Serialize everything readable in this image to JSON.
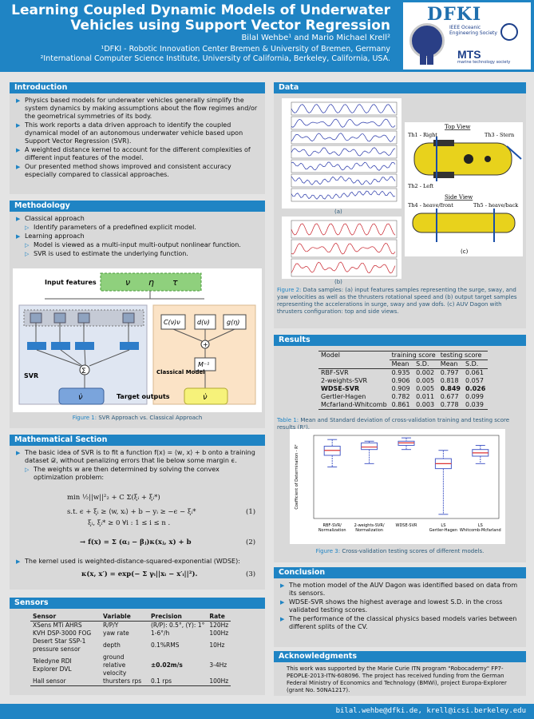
{
  "header": {
    "title_l1": "Learning Coupled Dynamic Models of Underwater",
    "title_l2": "Vehicles using Support Vector Regression",
    "authors": "Bilal Wehbe¹ and Mario Michael Krell²",
    "aff1": "¹DFKI - Robotic Innovation Center Bremen & University of Bremen, Germany",
    "aff2": "²International Computer Science Institute, University of California, Berkeley, California, USA."
  },
  "logos": {
    "dfki": "DFKI",
    "oes": "IEEE Oceanic Engineering Society",
    "mts": "MTS",
    "mts_sub": "marine technology society"
  },
  "intro": {
    "title": "Introduction",
    "items": [
      "Physics based models for underwater vehicles generally simplify the system dynamics by making assumptions about the flow regimes and/or the geometrical symmetries of its body.",
      "This work reports a data driven approach to identify the coupled dynamical model of an autonomous underwater vehicle based upon Support Vector Regression (SVR).",
      "A weighted distance kernel to account for the different complexities of different input features of the model.",
      "Our presented method shows improved and consistent accuracy especially compared to classical approaches."
    ]
  },
  "method": {
    "title": "Methodology",
    "i1": "Classical approach",
    "s1": "Identify parameters of a predefined explicit model.",
    "i2": "Learning approach",
    "s2": "Model is viewed as a multi-input multi-output nonlinear function.",
    "s3": "SVR is used to estimate the underlying function.",
    "fig": {
      "input": "Input features",
      "svr": "SVR",
      "classical": "Classical Model",
      "targets": "Target outputs",
      "nu": "ν",
      "eta": "η",
      "tau": "τ",
      "cv": "C(ν)ν",
      "dv": "d(ν)",
      "ge": "g(η)",
      "minv": "M⁻¹",
      "nudot": "ν̇",
      "sigma": "Σ",
      "plus": "+"
    },
    "caption_label": "Figure 1:",
    "caption": "SVR Approach vs. Classical Approach"
  },
  "math": {
    "title": "Mathematical Section",
    "i1": "The basic idea of SVR is to fit a function f(x) = ⟨w, x⟩ + b onto a training dataset 𝒟, without penalizing errors that lie below some margin ϵ.",
    "s1": "The weights w are then determined by solving the convex optimization problem:",
    "eq1a": "min ½||w||²₂ + C Σ(ξᵢ + ξᵢ*)",
    "eq1b": "s.t.  ϵ + ξᵢ ≥ ⟨w, xᵢ⟩ + b − yᵢ ≥ −ϵ − ξᵢ*",
    "eq1c": "ξᵢ, ξᵢ* ≥ 0   ∀i : 1 ≤ i ≤ n .",
    "eq1n": "(1)",
    "eq2": "→ f(x) = Σ (αⱼ − βⱼ)κ(xⱼ, x) + b",
    "eq2n": "(2)",
    "i2": "The kernel used is weighted-distance-squared-exponential (WDSE):",
    "eq3": "κ(x, x′) = exp(− Σ γᵢ||xᵢ − x′ᵢ||²).",
    "eq3n": "(3)"
  },
  "sensors": {
    "title": "Sensors",
    "headers": [
      "Sensor",
      "Variable",
      "Precision",
      "Rate"
    ],
    "rows": [
      [
        "XSens MTi AHRS",
        "R/P/Y",
        "(R/P): 0.5°, (Y): 1°",
        "120Hz"
      ],
      [
        "KVH DSP-3000 FOG",
        "yaw rate",
        "1-6°/h",
        "100Hz"
      ],
      [
        "Desert Star SSP-1 pressure sensor",
        "depth",
        "0.1%RMS",
        "10Hz"
      ],
      [
        "Teledyne RDI Explorer DVL",
        "ground relative velocity",
        "±0.02m/s",
        "3-4Hz"
      ],
      [
        "Hall sensor",
        "thursters rps",
        "0.1 rps",
        "100Hz"
      ]
    ]
  },
  "data": {
    "title": "Data",
    "lab_a": "(a)",
    "lab_b": "(b)",
    "lab_c": "(c)",
    "topview": "Top View",
    "sideview": "Side View",
    "th1": "Th1 - Right",
    "th2": "Th2 - Left",
    "th3": "Th3 - Stern",
    "th4": "Th4 - heave/front",
    "th5": "Th5 - heave/back",
    "caption_label": "Figure 2:",
    "caption": "Data samples: (a) input features samples representing the surge, sway, and yaw velocities as well as the thrusters rotational speed and (b) output target samples representing the accelerations in surge, sway and yaw dofs. (c) AUV Dagon with thrusters configuration: top and side views."
  },
  "results": {
    "title": "Results",
    "h_model": "Model",
    "h_train": "training score",
    "h_test": "testing score",
    "h_mean": "Mean",
    "h_sd": "S.D.",
    "rows": [
      [
        "RBF-SVR",
        "0.935",
        "0.002",
        "0.797",
        "0.061"
      ],
      [
        "2-weights-SVR",
        "0.906",
        "0.005",
        "0.818",
        "0.057"
      ],
      [
        "WDSE-SVR",
        "0.909",
        "0.005",
        "0.849",
        "0.026"
      ],
      [
        "Gertler-Hagen",
        "0.782",
        "0.011",
        "0.677",
        "0.099"
      ],
      [
        "Mcfarland-Whitcomb",
        "0.861",
        "0.003",
        "0.778",
        "0.039"
      ]
    ],
    "tcap_label": "Table 1:",
    "tcap": "Mean and Standard deviation of cross-validation training and testing score results (R²).",
    "caption_label": "Figure 3:",
    "caption": "Cross-validation testing scores of different models."
  },
  "chart_data": {
    "type": "box",
    "ylabel": "Coefficient of Determination - R²",
    "ylim": [
      0,
      1
    ],
    "categories": [
      "RBF-SVR/ Normalization",
      "2-weights-SVR/ Normalization",
      "WDSE-SVR",
      "LS Gertler-Hagen",
      "LS Whitcomb-Mcfarland"
    ],
    "boxes": [
      {
        "min": 0.62,
        "q1": 0.76,
        "median": 0.82,
        "q3": 0.87,
        "max": 0.95
      },
      {
        "min": 0.66,
        "q1": 0.83,
        "median": 0.86,
        "q3": 0.91,
        "max": 0.93
      },
      {
        "min": 0.83,
        "q1": 0.88,
        "median": 0.91,
        "q3": 0.93,
        "max": 0.97
      },
      {
        "min": 0.05,
        "q1": 0.6,
        "median": 0.66,
        "q3": 0.72,
        "max": 0.82
      },
      {
        "min": 0.66,
        "q1": 0.75,
        "median": 0.79,
        "q3": 0.83,
        "max": 0.88
      }
    ],
    "colors": {
      "box": "#4a5ec8",
      "median": "#d33"
    }
  },
  "conclusion": {
    "title": "Conclusion",
    "items": [
      "The motion model of the AUV Dagon was identified based on data from its sensors.",
      "WDSE-SVR shows the highest average and lowest S.D. in the cross validated testing scores.",
      "The performance of the classical physics based models varies between different splits of the CV."
    ]
  },
  "ack": {
    "title": "Acknowledgments",
    "text": "This work was supported by the Marie Curie ITN program \"Robocademy\" FP7-PEOPLE-2013-ITN-608096. The project has received funding from the German Federal Ministry of Economics and Technology (BMWi), project Europa-Explorer (grant No. 50NA1217)."
  },
  "footer": "bilal.wehbe@dfki.de, krell@icsi.berkeley.edu"
}
